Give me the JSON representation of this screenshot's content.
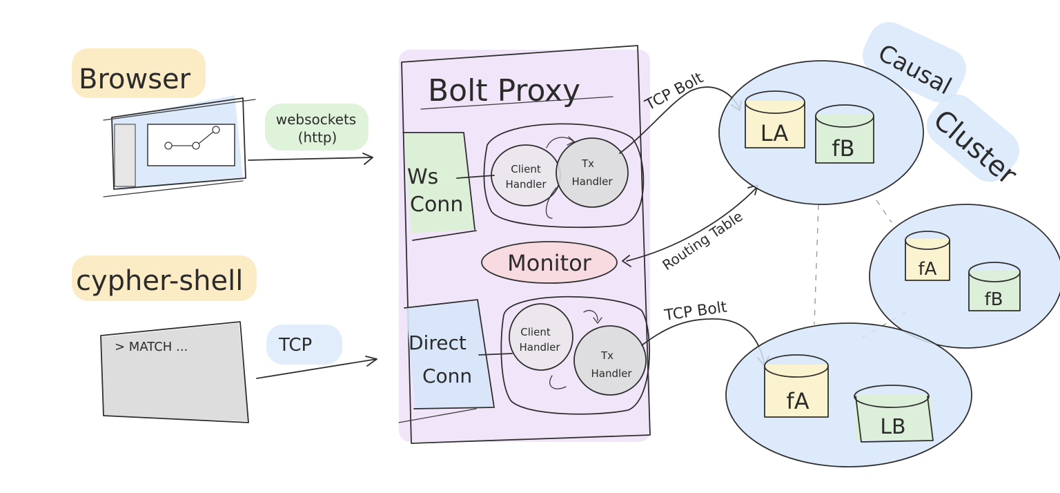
{
  "labels": {
    "browser": "Browser",
    "websockets_line1": "websockets",
    "websockets_line2": "(http)",
    "cypher_shell": "cypher-shell",
    "terminal_text": "> MATCH ...",
    "tcp": "TCP",
    "bolt_proxy": "Bolt Proxy",
    "ws_conn_line1": "Ws",
    "ws_conn_line2": "Conn",
    "direct_conn_line1": "Direct",
    "direct_conn_line2": "Conn",
    "client_handler_line1": "Client",
    "client_handler_line2": "Handler",
    "tx_handler_line1": "Tx",
    "tx_handler_line2": "Handler",
    "monitor": "Monitor",
    "tcp_bolt_top": "TCP Bolt",
    "tcp_bolt_bottom": "TCP Bolt",
    "routing_table": "Routing Table",
    "causal_line1": "Causal",
    "causal_line2": "Cluster",
    "db_la": "LA",
    "db_fb_top": "fB",
    "db_fa_right1": "fA",
    "db_fa_right2": "fB",
    "db_fa_bottom": "fA",
    "db_lb": "LB"
  },
  "colors": {
    "yellow": "#fbe6b3",
    "green": "#d9f0d3",
    "purple": "#ecdcf7",
    "blue": "#d6e6fa",
    "pink": "#f8d9df",
    "gray": "#d9d9d9",
    "db_yellow": "#fbf3cf",
    "db_green": "#dcefd9"
  }
}
